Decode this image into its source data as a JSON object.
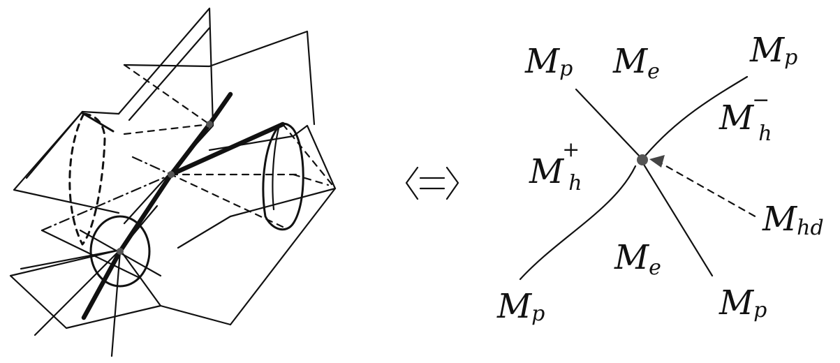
{
  "equivalence_symbol": "⟺",
  "labels": {
    "mp_top_left": {
      "base": "M",
      "sub": "p"
    },
    "me_top": {
      "base": "M",
      "sub": "e"
    },
    "mp_top_right": {
      "base": "M",
      "sub": "p"
    },
    "mh_plus": {
      "base": "M",
      "sub": "h",
      "sup": "+"
    },
    "mh_minus": {
      "base": "M",
      "sub": "h",
      "sup": "−"
    },
    "mhd": {
      "base": "M",
      "sub": "hd"
    },
    "me_bottom": {
      "base": "M",
      "sub": "e"
    },
    "mp_bottom_left": {
      "base": "M",
      "sub": "p"
    },
    "mp_bottom_right": {
      "base": "M",
      "sub": "p"
    }
  },
  "colors": {
    "ink": "#111111",
    "background": "#ffffff",
    "node": "#555555"
  }
}
